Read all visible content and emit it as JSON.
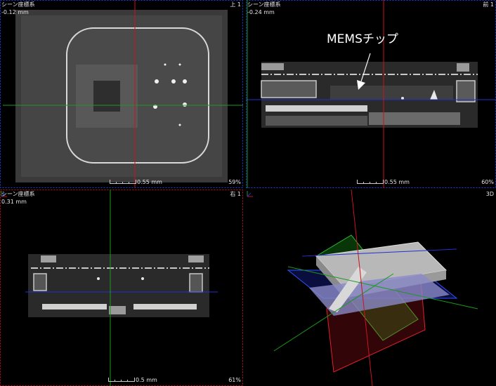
{
  "viewports": {
    "top": {
      "title": "シーン座標系",
      "offset": "-0.12 mm",
      "view": "上 1",
      "scale": "0.55 mm",
      "zoom": "59%"
    },
    "front": {
      "title": "シーン座標系",
      "offset": "-0.24 mm",
      "view": "前 1",
      "scale": "0.55 mm",
      "zoom": "60%"
    },
    "right": {
      "title": "シーン座標系",
      "offset": "0.31 mm",
      "view": "右 1",
      "scale": "0.5 mm",
      "zoom": "61%"
    },
    "view3d": {
      "view": "3D"
    }
  },
  "annotation": {
    "label": "MEMSチップ"
  },
  "colors": {
    "crosshair_red": "#c8141e",
    "crosshair_green": "#1a9a1a",
    "crosshair_blue": "#2030d0",
    "border_red": "#b0141e",
    "border_blue": "#2040d0"
  }
}
